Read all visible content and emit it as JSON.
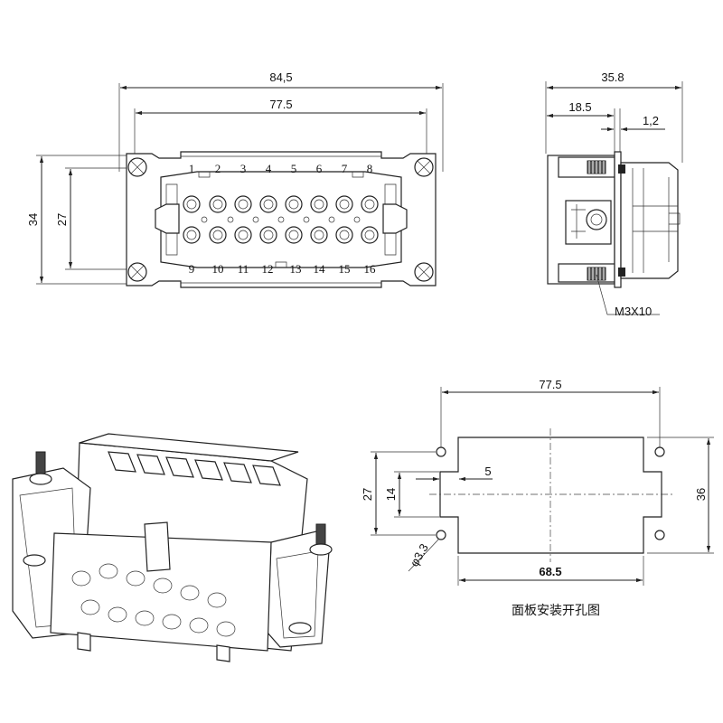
{
  "front_view": {
    "width_overall": "84,5",
    "width_holes": "77.5",
    "height_overall": "34",
    "height_inner": "27",
    "pins_top": [
      "1",
      "2",
      "3",
      "4",
      "5",
      "6",
      "7",
      "8"
    ],
    "pins_bottom": [
      "9",
      "10",
      "11",
      "12",
      "13",
      "14",
      "15",
      "16"
    ]
  },
  "side_view": {
    "depth_overall": "35.8",
    "depth_flange": "18.5",
    "flange_thickness": "1,2",
    "screw_label": "M3X10"
  },
  "cutout_view": {
    "width_holes": "77.5",
    "height_holes": "27",
    "height_inner": "14",
    "offset": "5",
    "height_overall": "36",
    "cutout_width": "68.5",
    "hole_diameter": "φ3.3",
    "caption": "面板安装开孔图"
  }
}
